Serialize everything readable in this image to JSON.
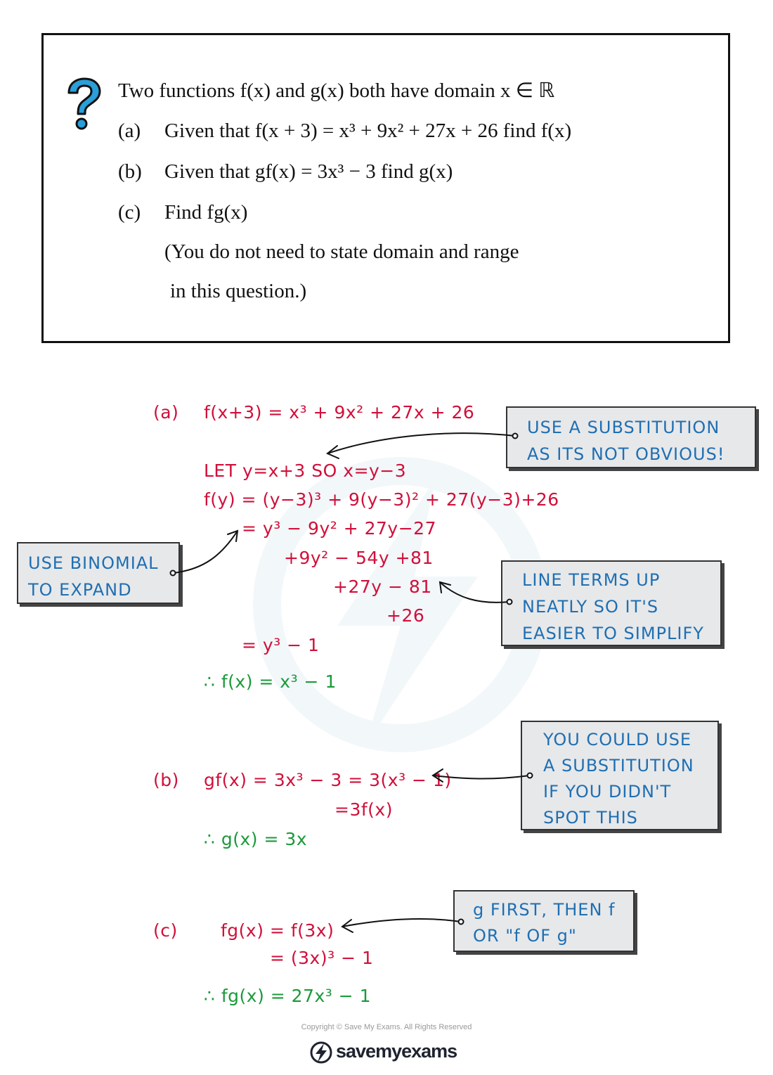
{
  "question": {
    "intro": "Two functions f(x) and g(x) both have domain x ∈ ℝ",
    "a_label": "(a)",
    "a_text": "Given that f(x + 3) = x³ + 9x² + 27x + 26 find f(x)",
    "b_label": "(b)",
    "b_text": "Given that gf(x) = 3x³ − 3 find g(x)",
    "c_label": "(c)",
    "c_text": "Find fg(x)",
    "note_line1": "(You do not need to state domain and range",
    "note_line2": "in this question.)"
  },
  "solution_a": {
    "label": "(a)",
    "given": "f(x+3) = x³ + 9x² + 27x + 26",
    "let": "LET  y=x+3   SO  x=y−3",
    "fy": "f(y) = (y−3)³ + 9(y−3)² + 27(y−3)+26",
    "exp1": "= y³ − 9y² + 27y−27",
    "exp2": "+9y² − 54y +81",
    "exp3": "+27y − 81",
    "exp4": "+26",
    "simp": "= y³ − 1",
    "answer": "∴  f(x) = x³ − 1"
  },
  "solution_b": {
    "label": "(b)",
    "line1": "gf(x) = 3x³ − 3 = 3(x³ − 1)",
    "line2": "=3f(x)",
    "answer": "∴  g(x) = 3x"
  },
  "solution_c": {
    "label": "(c)",
    "line1": "fg(x) = f(3x)",
    "line2": "= (3x)³ − 1",
    "answer": "∴  fg(x) = 27x³ − 1"
  },
  "notes": {
    "substitution": [
      "USE  A  SUBSTITUTION",
      "AS  ITS  NOT  OBVIOUS!"
    ],
    "binomial": [
      "USE  BINOMIAL",
      "TO  EXPAND"
    ],
    "line_terms": [
      "LINE  TERMS  UP",
      "NEATLY  SO  IT'S",
      "EASIER  TO  SIMPLIFY"
    ],
    "could_use": [
      "YOU  COULD  USE",
      "A  SUBSTITUTION",
      "IF  YOU  DIDN'T",
      "SPOT  THIS"
    ],
    "g_first": [
      "g  FIRST,  THEN  f",
      "OR  \"f  OF  g\""
    ]
  },
  "footer": {
    "copyright": "Copyright © Save My Exams. All Rights Reserved",
    "brand": "savemyexams"
  },
  "colors": {
    "working": "#d0103a",
    "answer": "#1a9a3a",
    "note_text": "#1f6fb2",
    "note_bg": "#e7e8ea",
    "icon": "#2a9fd8"
  },
  "icons": [
    "question-mark-icon",
    "lightning-bolt-icon"
  ]
}
